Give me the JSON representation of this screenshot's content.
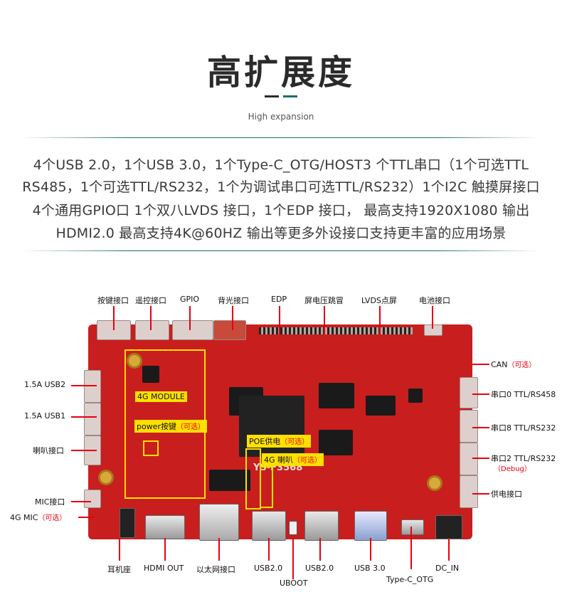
{
  "header": {
    "title": "高扩展度",
    "subtitle": "High expansion"
  },
  "description": {
    "line1": "4个USB 2.0，1个USB 3.0，1个Type-C_OTG/HOST3 个TTL串口（1个可选TTL",
    "line2": "RS485，1个可选TTL/RS232，1个为调试串口可选TTL/RS232）1个I2C 触摸屏接口",
    "line3": "4个通用GPIO口 1个双八LVDS 接口，1个EDP 接口， 最高支持1920X1080 输出",
    "line4": "HDMI2.0 最高支持4K@60HZ 输出等更多外设接口支持更丰富的应用场景"
  },
  "board": {
    "silk_model": "YS-F3568",
    "highlight_4g_module": "4G MODULE",
    "highlight_power_key": "power按键",
    "highlight_poe": "POE供电",
    "highlight_4g_speaker": "4G 喇叭",
    "optional_tag": "（可选）"
  },
  "labels": {
    "top": [
      "按键接口",
      "遥控接口",
      "GPIO",
      "背光接口",
      "EDP",
      "屏电压跳冒",
      "LVDS点屏",
      "电池接口"
    ],
    "left": [
      "1.5A USB2",
      "1.5A USB1",
      "喇叭接口",
      "MIC接口",
      "4G MIC"
    ],
    "left_optional": "（可选）",
    "right": {
      "can": "CAN",
      "can_optional": "（可选）",
      "uart0": "串口0 TTL/RS458",
      "uart8": "串口8 TTL/RS232",
      "uart2": "串口2 TTL/RS232",
      "uart2_debug": "（Debug）",
      "power": "供电接口"
    },
    "bottom": [
      "耳机座",
      "HDMI OUT",
      "以太网接口",
      "USB2.0",
      "USB2.0",
      "USB 3.0",
      "Type-C_OTG",
      "DC_IN"
    ],
    "uboot": "UBOOT"
  },
  "colors": {
    "accent_red": "#e60012",
    "highlight_yellow": "#ffe000",
    "board_red": "#c81e1e",
    "divider_teal": "#1e6e6a"
  }
}
